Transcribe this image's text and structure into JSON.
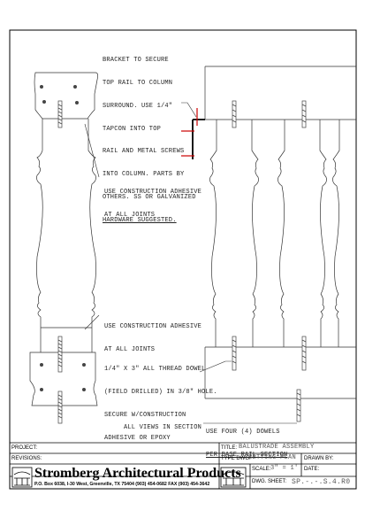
{
  "notes": {
    "bracket": [
      "BRACKET TO SECURE",
      "TOP RAIL TO COLUMN",
      "SURROUND. USE 1/4\"",
      "TAPCON INTO TOP",
      "RAIL AND METAL SCREWS",
      "INTO COLUMN. PARTS BY",
      "OTHERS. SS OR GALVANIZED",
      "HARDWARE SUGGESTED."
    ],
    "adhesive_top": [
      "USE CONSTRUCTION ADHESIVE",
      "AT ALL JOINTS"
    ],
    "adhesive_bottom": [
      "USE CONSTRUCTION ADHESIVE",
      "AT ALL JOINTS"
    ],
    "dowel": [
      "1/4\" X 3\" ALL THREAD DOWEL",
      "(FIELD DRILLED) IN 3/8\" HOLE.",
      "SECURE W/CONSTRUCTION",
      "ADHESIVE OR EPOXY"
    ],
    "views": "ALL VIEWS IN SECTION",
    "dowels_base": [
      "USE FOUR (4) DOWELS",
      "PER BASE RAIL SECTION"
    ]
  },
  "title_block": {
    "project_label": "PROJECT:",
    "revisions_label": "REVISIONS:",
    "title_label": "TITLE:",
    "title_value": "BALUSTRADE ASSEMBLY",
    "type_label": "TYPE DWG:",
    "type_value": "SETTING PLAN",
    "drawn_label": "DRAWN BY:",
    "scale_label": "SCALE:",
    "scale_value": "3\" = 1'",
    "date_label": "DATE:",
    "sheet_label": "DWG. SHEET:",
    "sheet_value": "SP.-.-.S.4.R0",
    "company": "Stromberg Architectural Products",
    "address": "P.O. Box 6038, I-30 West, Greenville, TX 75404  (903) 454-0682  FAX (903) 454-3642"
  }
}
